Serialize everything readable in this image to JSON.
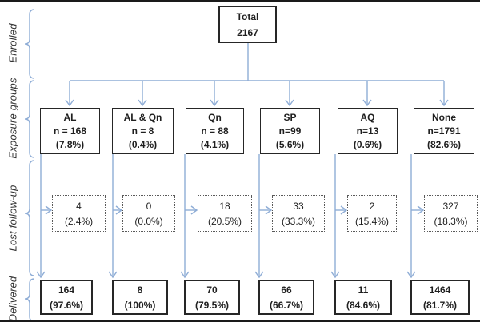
{
  "figure": {
    "row_labels": [
      "Enrolled",
      "Exposure groups",
      "Lost follow-up",
      "Delivered"
    ],
    "total": {
      "line1": "Total",
      "line2": "2167"
    },
    "groups": [
      {
        "name": "AL",
        "n": "n = 168",
        "pct": "(7.8%)",
        "lost_n": "4",
        "lost_pct": "(2.4%)",
        "delivered_n": "164",
        "delivered_pct": "(97.6%)"
      },
      {
        "name": "AL & Qn",
        "n": "n = 8",
        "pct": "(0.4%)",
        "lost_n": "0",
        "lost_pct": "(0.0%)",
        "delivered_n": "8",
        "delivered_pct": "(100%)"
      },
      {
        "name": "Qn",
        "n": "n = 88",
        "pct": "(4.1%)",
        "lost_n": "18",
        "lost_pct": "(20.5%)",
        "delivered_n": "70",
        "delivered_pct": "(79.5%)"
      },
      {
        "name": "SP",
        "n": "n=99",
        "pct": "(5.6%)",
        "lost_n": "33",
        "lost_pct": "(33.3%)",
        "delivered_n": "66",
        "delivered_pct": "(66.7%)"
      },
      {
        "name": "AQ",
        "n": "n=13",
        "pct": "(0.6%)",
        "lost_n": "2",
        "lost_pct": "(15.4%)",
        "delivered_n": "11",
        "delivered_pct": "(84.6%)"
      },
      {
        "name": "None",
        "n": "n=1791",
        "pct": "(82.6%)",
        "lost_n": "327",
        "lost_pct": "(18.3%)",
        "delivered_n": "1464",
        "delivered_pct": "(81.7%)"
      }
    ],
    "colors": {
      "connector": "#8fadd6",
      "box_border": "#262626",
      "text": "#1f1f1f"
    }
  }
}
